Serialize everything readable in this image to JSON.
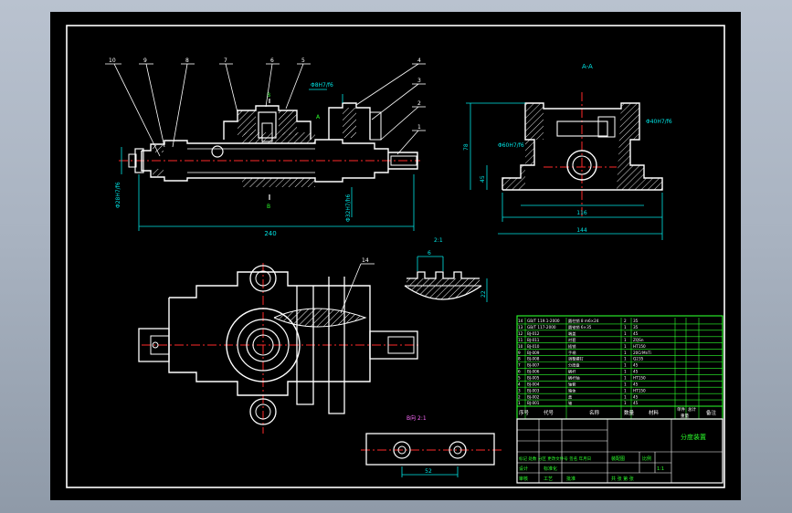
{
  "dimensions": {
    "length_total": "240",
    "length_bottom": "144",
    "width_base": "116",
    "height_main": "78",
    "height_small": "45",
    "fit_top": "Φ40H7/f6",
    "fit_mid": "Φ60H7/f6",
    "fit_right": "Φ32H7/h6",
    "fit_left": "Φ28H7/f6",
    "fit_vertical": "Φ40H7/f6",
    "pitch_spacing": "52",
    "detail_pitch": "6",
    "detail_height": "22",
    "top_fit_label": "Φ8H7/f6"
  },
  "labels": {
    "section_aa": "A-A",
    "detail_scale": "2:1",
    "bottom_view": "B向 2:1",
    "section_a": "A",
    "section_b": "B"
  },
  "balloons": [
    "10",
    "9",
    "8",
    "7",
    "6",
    "5",
    "4",
    "3",
    "2",
    "1",
    "14"
  ],
  "bom": {
    "header": {
      "seq": "序号",
      "code": "代号",
      "name": "名称",
      "qty": "数量",
      "material": "材料",
      "unit_weight": "单件",
      "total_weight": "总计",
      "weight": "重量",
      "note": "备注"
    },
    "rows": [
      {
        "seq": "14",
        "code": "GB/T 119.1-2000",
        "name": "圆柱销 8 m6×24",
        "qty": "2",
        "material": "35"
      },
      {
        "seq": "13",
        "code": "GB/T 117-2000",
        "name": "圆锥销 6×35",
        "qty": "1",
        "material": "35"
      },
      {
        "seq": "12",
        "code": "BJ-012",
        "name": "端盖",
        "qty": "1",
        "material": "45"
      },
      {
        "seq": "11",
        "code": "BJ-011",
        "name": "衬套",
        "qty": "1",
        "material": "ZQSn"
      },
      {
        "seq": "10",
        "code": "BJ-010",
        "name": "插销",
        "qty": "1",
        "material": "HT150"
      },
      {
        "seq": "9",
        "code": "BJ-009",
        "name": "手柄",
        "qty": "1",
        "material": "20CrMnTi"
      },
      {
        "seq": "8",
        "code": "BJ-008",
        "name": "调整螺钉",
        "qty": "1",
        "material": "Q235"
      },
      {
        "seq": "7",
        "code": "BJ-007",
        "name": "分度盘",
        "qty": "1",
        "material": "45"
      },
      {
        "seq": "6",
        "code": "BJ-006",
        "name": "蜗杆",
        "qty": "1",
        "material": "45"
      },
      {
        "seq": "5",
        "code": "BJ-005",
        "name": "蜗杆轴",
        "qty": "1",
        "material": "HT150"
      },
      {
        "seq": "4",
        "code": "BJ-004",
        "name": "轴套",
        "qty": "1",
        "material": "45"
      },
      {
        "seq": "3",
        "code": "BJ-003",
        "name": "箱体",
        "qty": "1",
        "material": "HT150"
      },
      {
        "seq": "2",
        "code": "BJ-002",
        "name": "盖",
        "qty": "1",
        "material": "45"
      },
      {
        "seq": "1",
        "code": "BJ-001",
        "name": "轴",
        "qty": "1",
        "material": "45"
      }
    ]
  },
  "title_block": {
    "title": "分度装置",
    "drawing_name": "装配图",
    "scale_label": "比例",
    "scale_value": "1:1",
    "sheet": "共 张 第 张",
    "row1": "标记 处数 分区 更改文件号 签名 年月日",
    "row_design": "设计",
    "row_check": "审核",
    "row_process": "工艺",
    "row_approve": "批准",
    "std": "标准化"
  },
  "colors": {
    "outline": "#ffffff",
    "center": "#ff2a2a",
    "dimension": "#00e5e5",
    "table": "#2cff2c",
    "background": "#000000",
    "frame": "#a9b3c1"
  }
}
